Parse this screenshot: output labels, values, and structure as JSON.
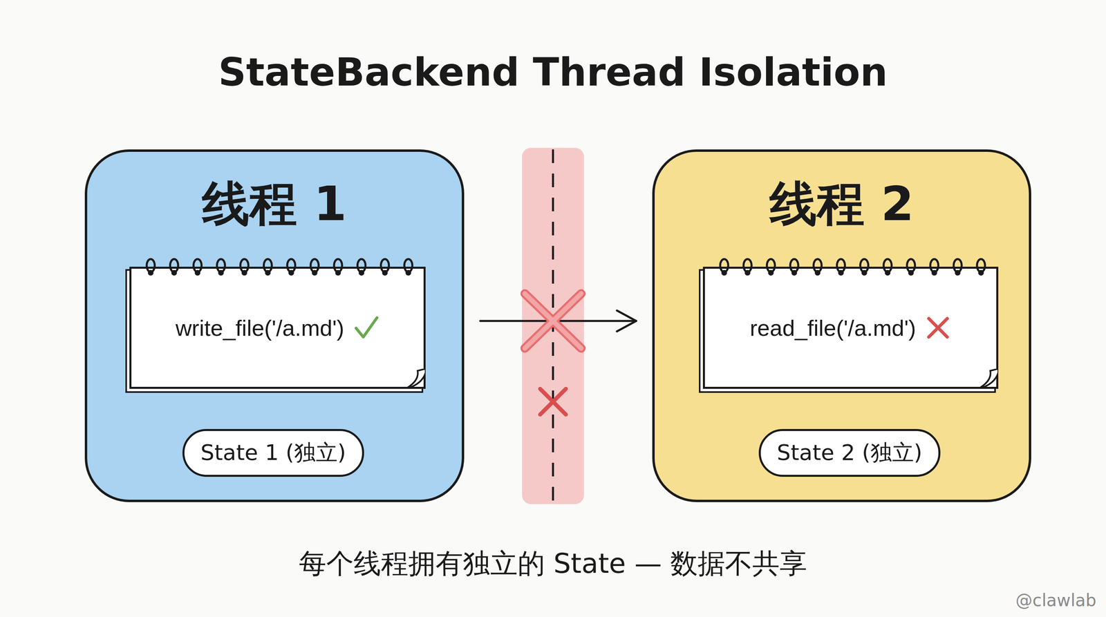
{
  "diagram": {
    "title": "StateBackend Thread Isolation",
    "caption": "每个线程拥有独立的 State — 数据不共享",
    "nodes": [
      {
        "text": [
          "线程 1"
        ]
      },
      {
        "text": [
          "write_file('/a.md')"
        ],
        "in": 0
      },
      {
        "text": [
          "State 1 (独立)"
        ],
        "in": 0
      },
      {
        "text": [
          "线程 2"
        ]
      },
      {
        "text": [
          "read_file('/a.md')"
        ],
        "in": 3
      },
      {
        "text": [
          "State 2 (独立)"
        ],
        "in": 3
      }
    ],
    "edges": [
      {
        "from": 0,
        "to": 3,
        "arrow": "to"
      }
    ],
    "labels": [
      "@clawlab"
    ]
  }
}
